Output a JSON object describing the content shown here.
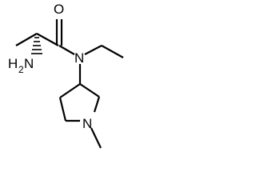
{
  "molecule": {
    "atoms": {
      "oxygen": "O",
      "amide_nitrogen": "N",
      "ring_nitrogen": "N",
      "amino_h": "H",
      "amino_sub": "2",
      "amino_n": "N"
    }
  }
}
